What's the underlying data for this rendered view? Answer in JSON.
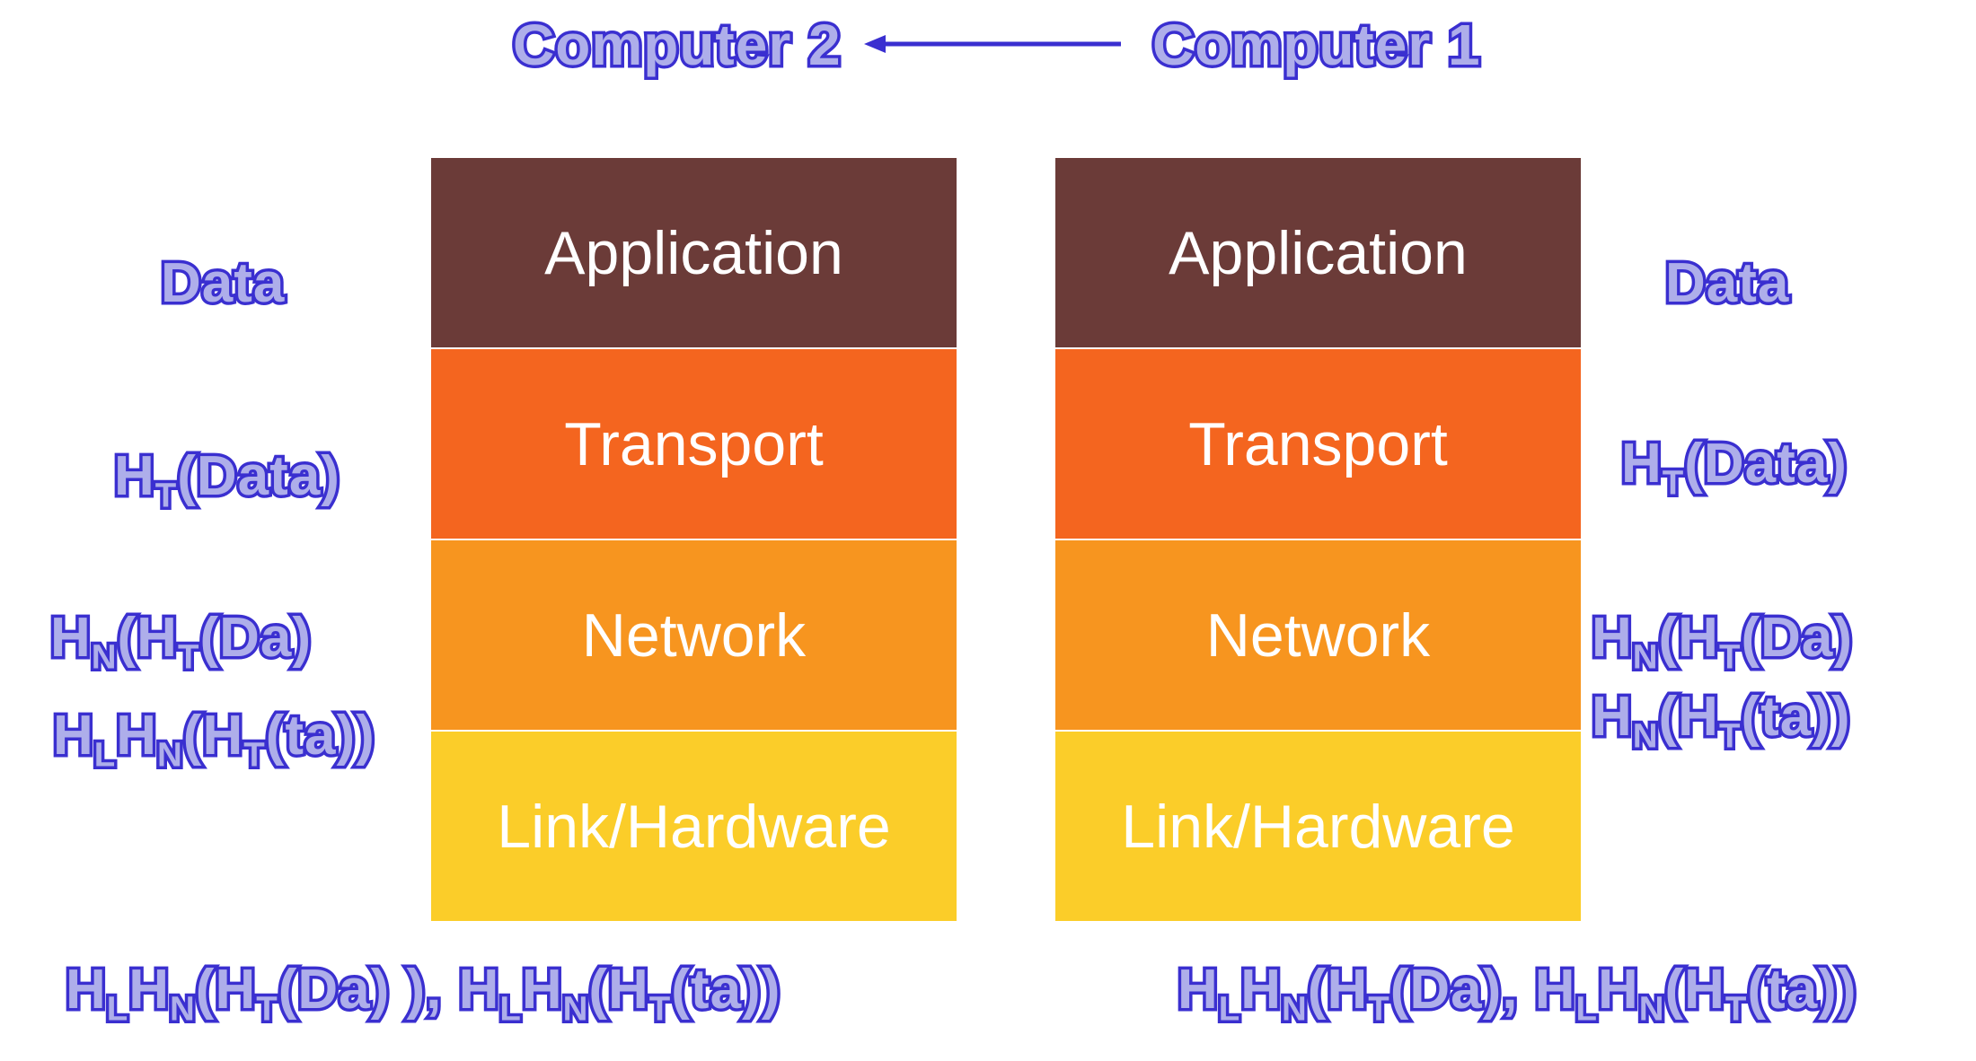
{
  "header": {
    "computer_left": "Computer 2",
    "computer_right": "Computer 1"
  },
  "colors": {
    "application": "#6b3b38",
    "transport": "#f4651f",
    "network": "#f7951f",
    "link": "#fbcd29",
    "label_stroke": "#3a2fd0",
    "label_fill": "#aeaeea"
  },
  "stacks": {
    "left": {
      "layers": [
        "Application",
        "Transport",
        "Network",
        "Link/Hardware"
      ]
    },
    "right": {
      "layers": [
        "Application",
        "Transport",
        "Network",
        "Link/Hardware"
      ]
    }
  },
  "labels": {
    "left_data": [
      {
        "t": "Data"
      }
    ],
    "left_transport": [
      {
        "t": "H"
      },
      {
        "s": "T"
      },
      {
        "t": "(Data)"
      }
    ],
    "left_network": [
      {
        "t": "H"
      },
      {
        "s": "N"
      },
      {
        "t": "(H"
      },
      {
        "s": "T"
      },
      {
        "t": "(Da)"
      }
    ],
    "left_network2": [
      {
        "t": "H"
      },
      {
        "s": "L"
      },
      {
        "t": "H"
      },
      {
        "s": "N"
      },
      {
        "t": "(H"
      },
      {
        "s": "T"
      },
      {
        "t": "(ta))"
      }
    ],
    "left_bottom": [
      {
        "t": "H"
      },
      {
        "s": "L"
      },
      {
        "t": "H"
      },
      {
        "s": "N"
      },
      {
        "t": "(H"
      },
      {
        "s": "T"
      },
      {
        "t": "(Da) ), H"
      },
      {
        "s": "L"
      },
      {
        "t": "H"
      },
      {
        "s": "N"
      },
      {
        "t": "(H"
      },
      {
        "s": "T"
      },
      {
        "t": "(ta))"
      }
    ],
    "right_data": [
      {
        "t": "Data"
      }
    ],
    "right_transport": [
      {
        "t": "H"
      },
      {
        "s": "T"
      },
      {
        "t": "(Data)"
      }
    ],
    "right_network": [
      {
        "t": "H"
      },
      {
        "s": "N"
      },
      {
        "t": "(H"
      },
      {
        "s": "T"
      },
      {
        "t": "(Da)"
      }
    ],
    "right_network2": [
      {
        "t": "H"
      },
      {
        "s": "N"
      },
      {
        "t": "(H"
      },
      {
        "s": "T"
      },
      {
        "t": "(ta))"
      }
    ],
    "right_bottom": [
      {
        "t": "H"
      },
      {
        "s": "L"
      },
      {
        "t": "H"
      },
      {
        "s": "N"
      },
      {
        "t": "(H"
      },
      {
        "s": "T"
      },
      {
        "t": "(Da), H"
      },
      {
        "s": "L"
      },
      {
        "t": "H"
      },
      {
        "s": "N"
      },
      {
        "t": "(H"
      },
      {
        "s": "T"
      },
      {
        "t": "(ta))"
      }
    ]
  }
}
